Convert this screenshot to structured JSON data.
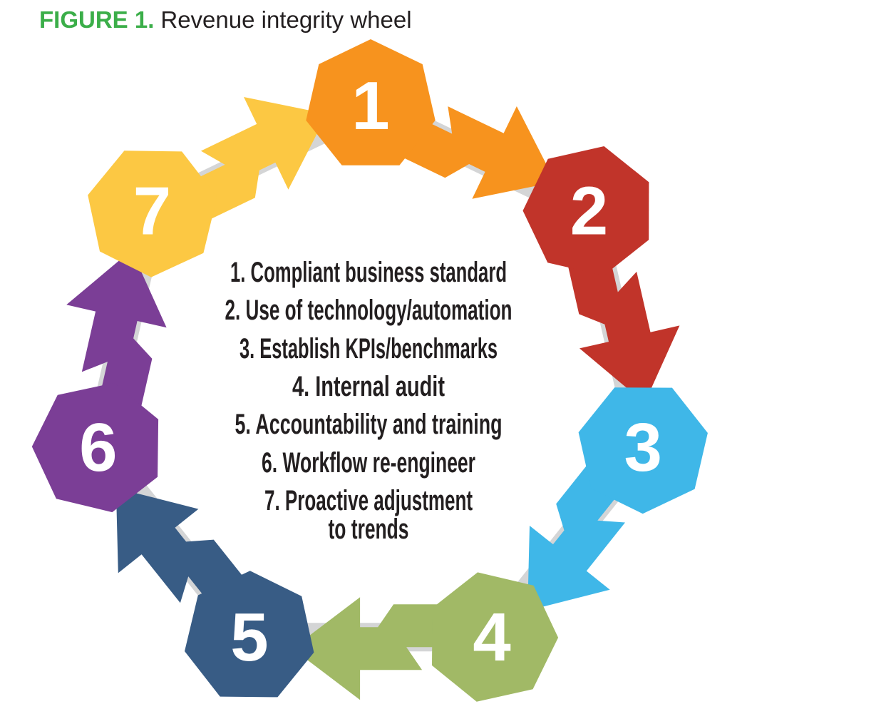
{
  "figure_label": "FIGURE 1.",
  "figure_title": "Revenue integrity wheel",
  "colors": {
    "label_green": "#3BAE49",
    "title_text": "#231F20",
    "background": "#FFFFFF"
  },
  "wheel": {
    "band_color": "#D4D5D6",
    "nodes": [
      {
        "number": "1",
        "color": "#F7931E"
      },
      {
        "number": "2",
        "color": "#C1342A"
      },
      {
        "number": "3",
        "color": "#3FB7E8"
      },
      {
        "number": "4",
        "color": "#A1B966"
      },
      {
        "number": "5",
        "color": "#385C85"
      },
      {
        "number": "6",
        "color": "#7B3E96"
      },
      {
        "number": "7",
        "color": "#FCC843"
      }
    ],
    "center_list_lines": [
      "1. Compliant business standard",
      "2. Use of technology/automation",
      "3. Establish KPIs/benchmarks",
      "4. Internal audit",
      "5. Accountability and training",
      "6. Workflow re-engineer",
      "7. Proactive adjustment",
      "to trends"
    ]
  }
}
